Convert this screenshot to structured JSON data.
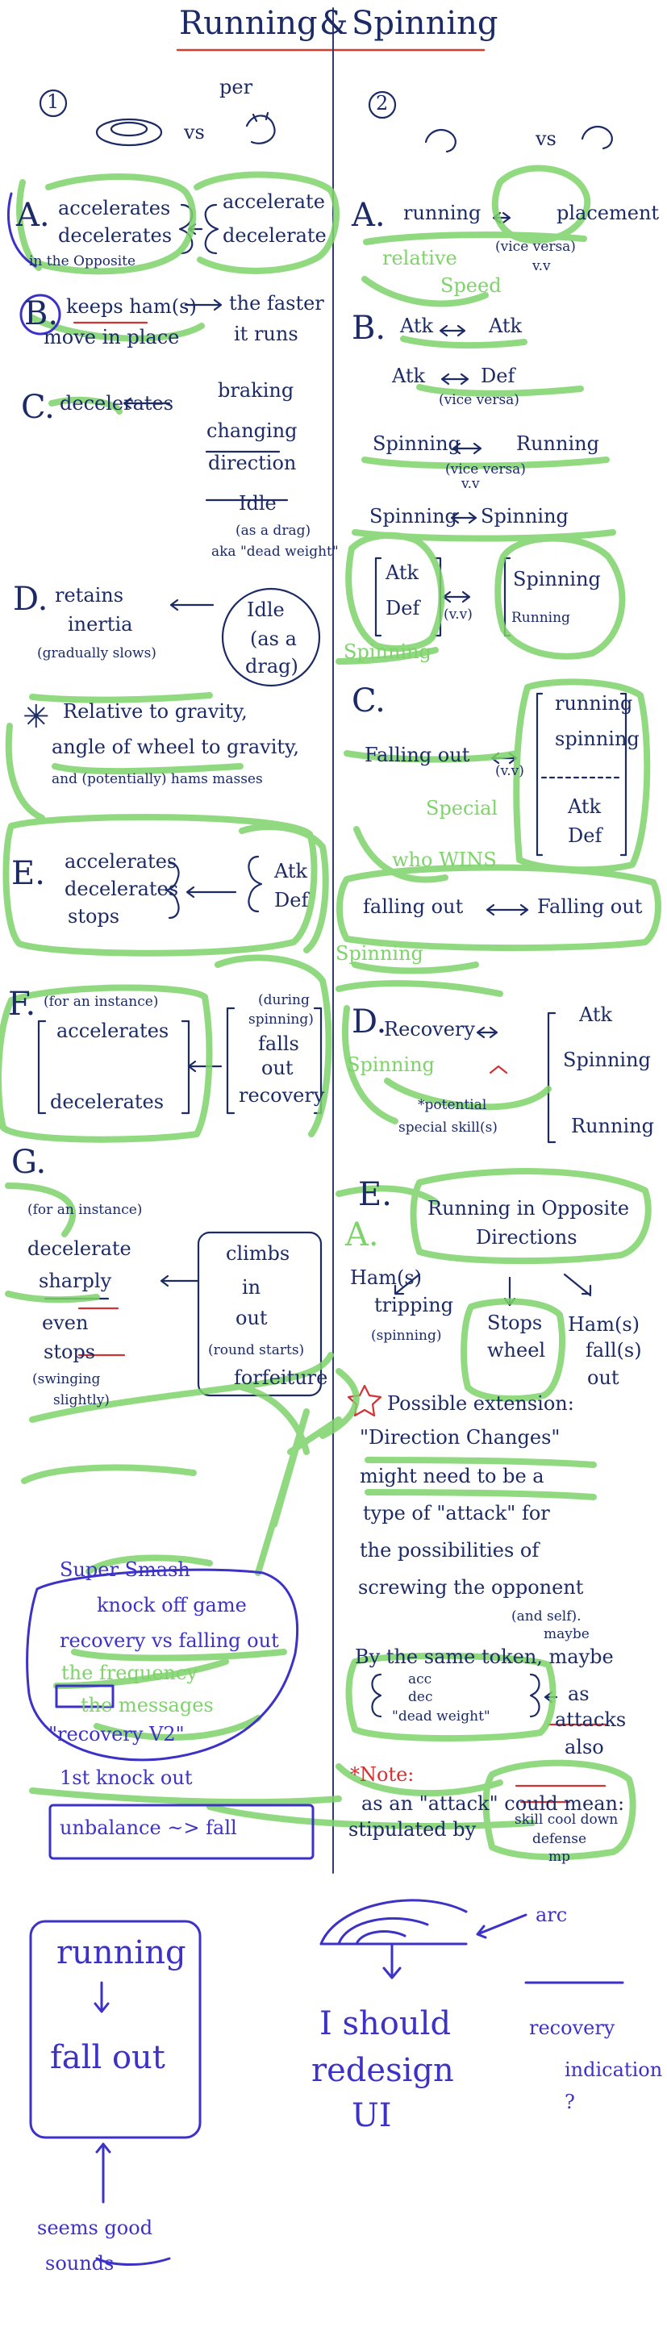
{
  "title": {
    "left": "Running",
    "amp": "&",
    "right": "Spinning"
  },
  "col1": {
    "num": "1",
    "vs": "vs",
    "per": "per",
    "A": {
      "letter": "A.",
      "l1": "accelerates",
      "l2": "decelerates",
      "l3": "in the Opposite",
      "r1": "accelerate",
      "r2": "decelerate"
    },
    "B": {
      "letter": "B.",
      "l1": "keeps ham(s)",
      "l2": "move in place",
      "r1": "the faster",
      "r2": "it runs"
    },
    "C": {
      "letter": "C.",
      "l1": "decelerates",
      "r1": "braking",
      "r2": "changing",
      "r3": "direction",
      "r4": "Idle",
      "r5": "(as a drag)",
      "r6": "aka \"dead weight\""
    },
    "D": {
      "letter": "D.",
      "l1": "retains",
      "l2": "inertia",
      "l3": "(gradually slows)",
      "r1": "Idle",
      "r2": "(as a",
      "r3": "drag)"
    },
    "star": {
      "mark": "✳",
      "l1": "Relative to gravity,",
      "l2": "angle of wheel to gravity,",
      "l3": "and (potentially) hams masses"
    },
    "E": {
      "letter": "E.",
      "l1": "accelerates",
      "l2": "decelerates",
      "l3": "stops",
      "r1": "Atk",
      "r2": "Def"
    },
    "F": {
      "letter": "F.",
      "l0": "(for an instance)",
      "l1": "accelerates",
      "l2": "decelerates",
      "r1": "(during",
      "r2": "spinning)",
      "r3": "falls",
      "r4": "out",
      "r5": "recovery"
    },
    "G": {
      "letter": "G.",
      "l0": "(for an instance)",
      "l1": "decelerate",
      "l2": "sharply",
      "l3": "even",
      "l4": "stops",
      "l5": "(swinging",
      "l6": "slightly)",
      "r1": "climbs",
      "r2": "in",
      "r3": "out",
      "r4": "(round starts)",
      "r5": "forfeiture"
    }
  },
  "col2": {
    "num": "2",
    "vs": "vs",
    "A": {
      "letter": "A.",
      "l1": "running",
      "r1": "placement",
      "p1": "(vice versa)",
      "p2": "v.v",
      "g1": "relative",
      "g2": "Speed"
    },
    "B": {
      "letter": "B.",
      "l1": "Atk",
      "r1": "Atk",
      "row2a": "Atk",
      "row2b": "Def",
      "row2c": "(vice versa)",
      "row3a": "Spinning",
      "row3b": "Running",
      "row3c": "(vice versa)",
      "row3d": "v.v",
      "row4a": "Spinning",
      "row4b": "Spinning",
      "row5a": "Atk",
      "row5b": "Def",
      "row5c": "(v.v)",
      "row5d": "Spinning",
      "row5e": "Running",
      "g": "Spinning"
    },
    "C": {
      "letter": "C.",
      "l1": "Falling out",
      "l2": "(v.v)",
      "r1": "running",
      "r2": "spinning",
      "r3": "Atk",
      "r4": "Def",
      "g1": "Special",
      "g2": "who WINS",
      "b1": "falling out",
      "b2": "Falling out"
    },
    "D": {
      "letter": "D.",
      "l1": "Recovery",
      "l2": "*potential",
      "l3": "special skill(s)",
      "r1": "Atk",
      "r2": "Spinning",
      "r3": "Running",
      "g1": "Spinning",
      "g2": "Spinning"
    },
    "E": {
      "letter": "E.",
      "t1": "Running in Opposite",
      "t2": "Directions",
      "a1": "Ham(s)",
      "a2": "tripping",
      "a3": "(spinning)",
      "b1": "Stops",
      "b2": "wheel",
      "c1": "Ham(s)",
      "c2": "fall(s)",
      "c3": "out",
      "gA": "A."
    },
    "ext": {
      "l1": "Possible extension:",
      "l2": "\"Direction Changes\"",
      "l3": "might need to be a",
      "l4": "type of \"attack\" for",
      "l5": "the possibilities of",
      "l6": "screwing the opponent",
      "l7": "(and self).",
      "l7b": "maybe",
      "l8": "By the same token, maybe",
      "acc": "acc",
      "dec": "dec",
      "dw": "\"dead weight\"",
      "as": "as",
      "attacks": "attacks",
      "also": "also"
    },
    "note": {
      "l1": "*Note:",
      "l2": "as an \"attack\" could mean:",
      "l3": "stipulated by",
      "l4": "skill cool down",
      "l5": "defense",
      "l6": "mp"
    }
  },
  "purple": {
    "title": "Super Smash",
    "l1": "knock off game",
    "l2": "recovery vs falling out",
    "g1": "the frequency",
    "g2": "the messages",
    "l3": "\"recovery V2\"",
    "l4": "1st knock out",
    "l5": "unbalance ~> fall"
  },
  "bottom": {
    "b1": "running",
    "b2": "fall out",
    "n1": "seems good",
    "n2": "sounds",
    "ui1": "I should",
    "ui2": "redesign",
    "ui3": "UI",
    "arc": "arc",
    "rec1": "recovery",
    "rec2": "indication",
    "rec3": "?"
  }
}
